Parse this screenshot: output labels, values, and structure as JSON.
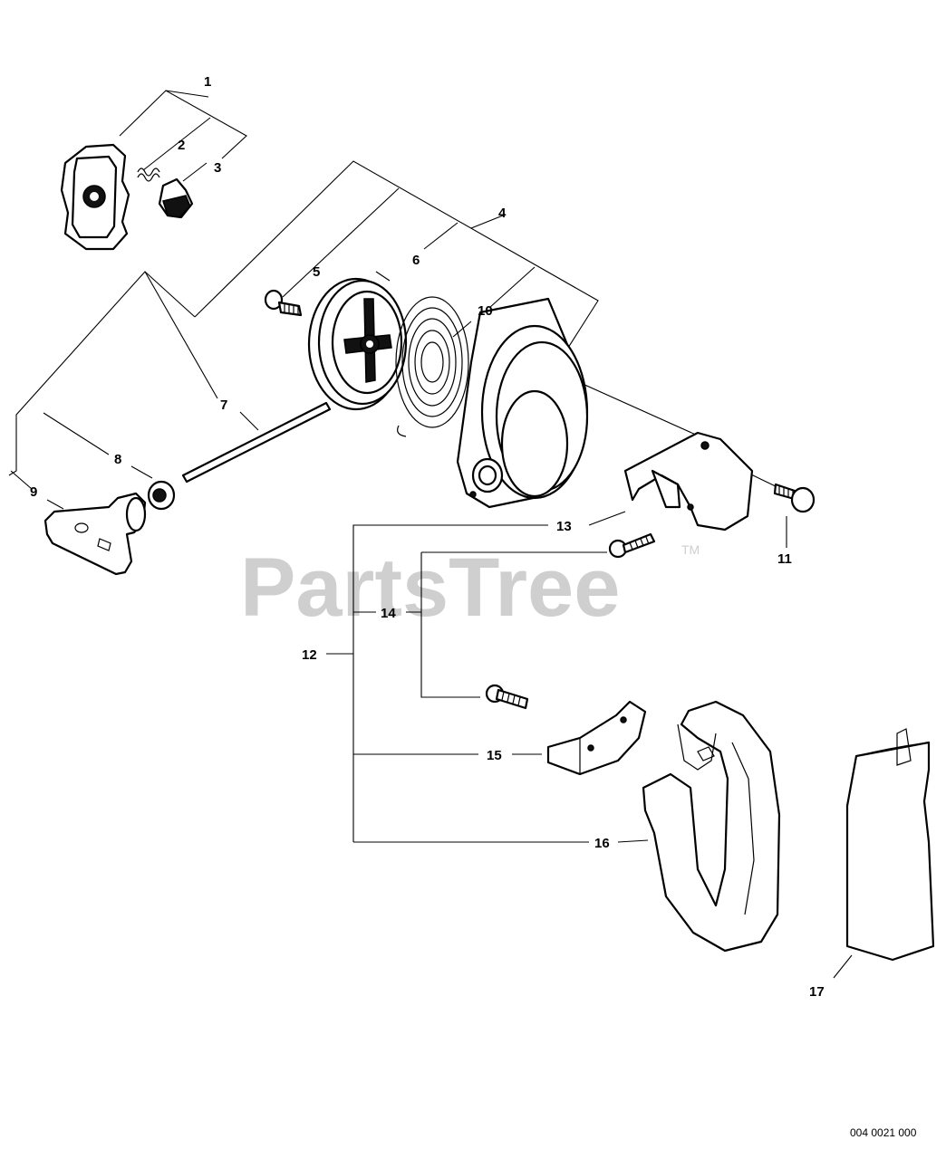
{
  "watermark": {
    "brand": "PartsTree",
    "trademark": "TM"
  },
  "diagram_code": "004 0021 000",
  "callouts": [
    "1",
    "2",
    "3",
    "4",
    "5",
    "6",
    "7",
    "8",
    "9",
    "10",
    "11",
    "12",
    "13",
    "14",
    "15",
    "16",
    "17"
  ]
}
